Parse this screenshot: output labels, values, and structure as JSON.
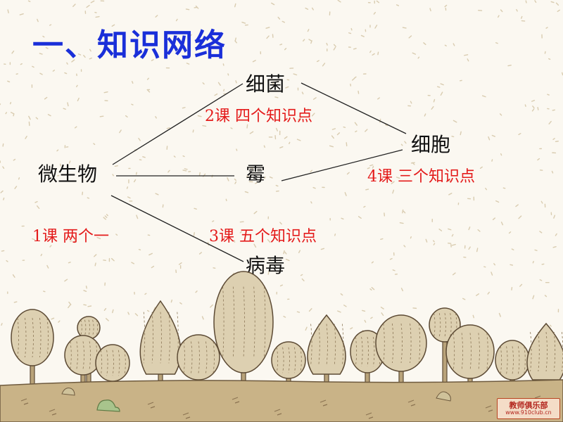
{
  "title": "一、知识网络",
  "nodes": {
    "root": "微生物",
    "bacteria": "细菌",
    "cell": "细胞",
    "mold": "霉",
    "virus": "病毒"
  },
  "notes": {
    "lesson1": "1课  两个一",
    "lesson2": "2课  四个知识点",
    "lesson3": "3课  五个知识点",
    "lesson4": "4课  三个知识点"
  },
  "badge": {
    "name": "教师俱乐部",
    "url": "www.910club.cn"
  },
  "colors": {
    "title": "#1a2fd9",
    "notes": "#e41b1b",
    "nodes": "#111111",
    "background": "#fbf8f1"
  }
}
